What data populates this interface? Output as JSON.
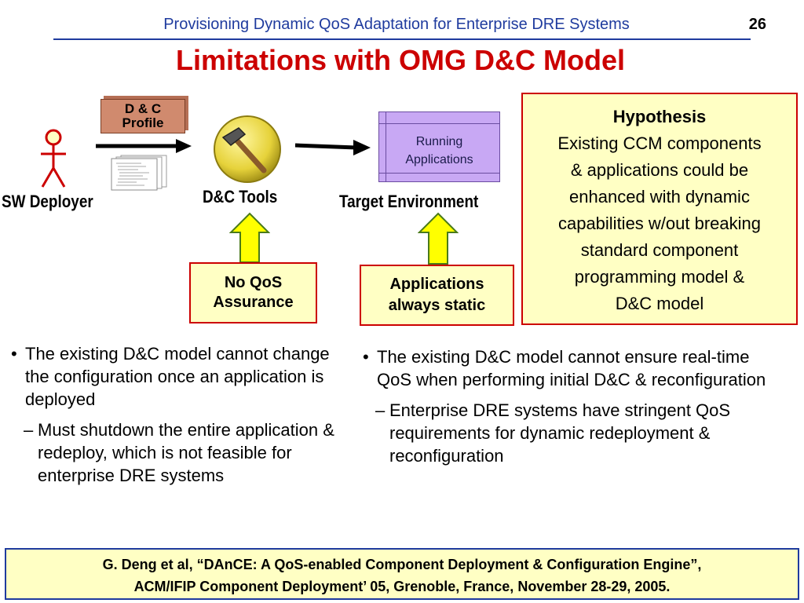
{
  "header": {
    "title": "Provisioning Dynamic QoS Adaptation for Enterprise DRE Systems",
    "slide_number": "26"
  },
  "main_title": "Limitations with OMG D&C Model",
  "diagram": {
    "profile_line1": "D & C",
    "profile_line2": "Profile",
    "sw_deployer": "SW Deployer",
    "tools_label": "D&C Tools",
    "running_line1": "Running",
    "running_line2": "Applications",
    "target_label": "Target Environment",
    "qos_line1": "No QoS",
    "qos_line2": "Assurance",
    "static_line1": "Applications",
    "static_line2": "always static"
  },
  "hypothesis": {
    "title": "Hypothesis",
    "lines": [
      "Existing CCM components",
      "& applications could be",
      "enhanced with dynamic",
      "capabilities w/out breaking",
      "standard component",
      "programming model &",
      "D&C model"
    ]
  },
  "bullets_left": {
    "main": "The existing D&C model cannot change the configuration once an application is deployed",
    "sub": "Must shutdown the entire application & redeploy, which is not feasible for enterprise DRE systems"
  },
  "bullets_right": {
    "main": "The existing D&C model cannot ensure real-time QoS when performing initial D&C & reconfiguration",
    "sub": "Enterprise DRE systems have stringent QoS requirements for dynamic redeployment & reconfiguration"
  },
  "citation": {
    "line1": "G. Deng et al, “DAnCE: A QoS-enabled Component Deployment & Configuration Engine”,",
    "line2": "ACM/IFIP Component Deployment’ 05, Grenoble, France, November 28-29, 2005."
  },
  "colors": {
    "title_red": "#cc0000",
    "header_blue": "#1f3b9e",
    "box_yellow": "#ffffc4",
    "running_purple": "#c8a8f4",
    "arrow_yellow": "#ffff00"
  },
  "icons": [
    "stick-figure-icon",
    "hammer-icon",
    "document-stack-icon"
  ]
}
